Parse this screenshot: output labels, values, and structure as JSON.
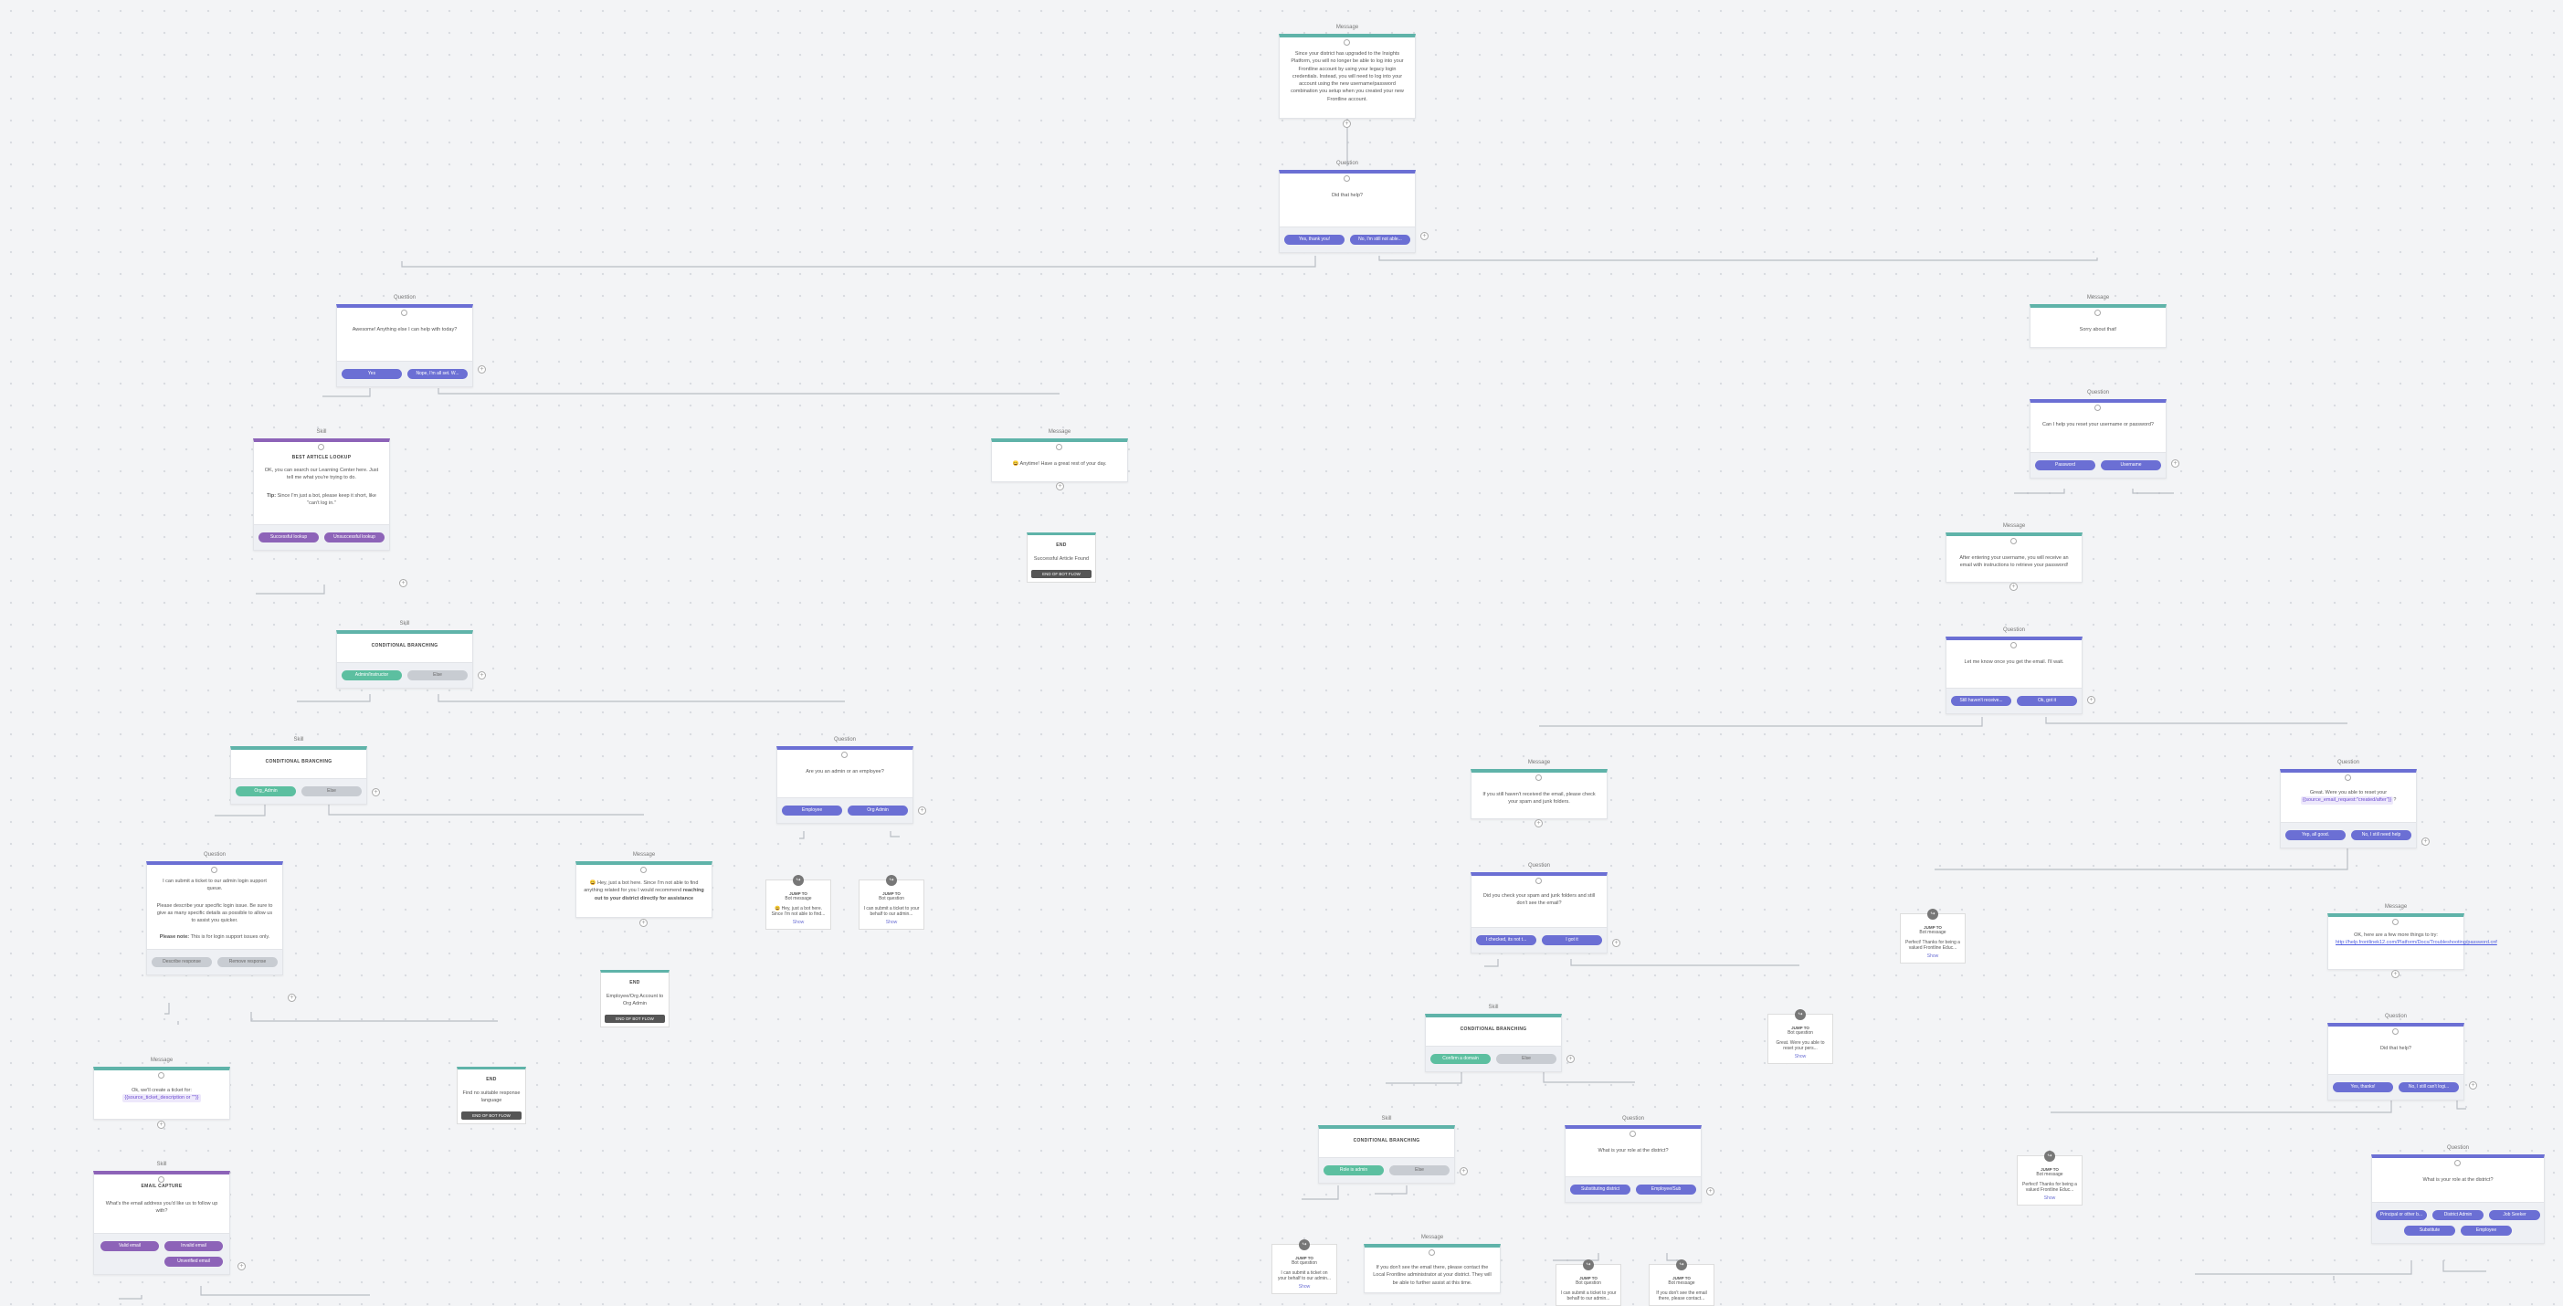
{
  "labels": {
    "message": "Message",
    "question": "Question",
    "skill": "Skill",
    "jump_to": "JUMP TO",
    "bot_message": "Bot message",
    "bot_question": "Bot question",
    "end": "END",
    "end_of_bot_flow": "END OF BOT FLOW",
    "conditional_branching": "CONDITIONAL BRANCHING",
    "show": "Show",
    "else": "Else"
  },
  "nodes": {
    "m_top": {
      "text": "Since your district has upgraded to the Insights Platform, you will no longer be able to log into your Frontline account by using your legacy login credentials. Instead, you will need to log into your account using the new username/password combination you setup when you created your new Frontline account."
    },
    "q_did_help": {
      "text": "Did that help?",
      "btn1": "Yes, thank you!",
      "btn2": "No, I'm still not able..."
    },
    "q_awesome": {
      "text": "Awesome! Anything else I can help with today?",
      "btn1": "Yes",
      "btn2": "Nope, I'm all set. W..."
    },
    "m_sorry": {
      "text": "Sorry about that!"
    },
    "q_reset": {
      "text": "Can I help you reset your username or password?",
      "btn1": "Password",
      "btn2": "Username"
    },
    "skill_article": {
      "sub": "BEST ARTICLE LOOKUP",
      "text1": "OK, you can search our Learning Center here. Just tell me what you're trying to do.",
      "tip_label": "Tip:",
      "tip": "Since I'm just a bot, please keep it short, like \"can't log in.\"",
      "btn1": "Successful lookup",
      "btn2": "Unsuccessful lookup"
    },
    "m_great_day": {
      "text": "Anytime! Have a great rest of your day."
    },
    "end1": {
      "text": "Successful Article Found"
    },
    "m_after_username": {
      "text": "After entering your username, you will receive an email with instructions to retrieve your password!"
    },
    "q_know_email": {
      "text": "Let me know once you get the email. I'll wait.",
      "btn1": "Still haven't receive...",
      "btn2": "Ok, got it"
    },
    "skill_branch1": {
      "btn1": "Admin/Instructor",
      "btn2": "Else"
    },
    "skill_branch2": {
      "btn1": "Org_Admin",
      "btn2": "Else"
    },
    "q_admin": {
      "text": "Are you an admin or an employee?",
      "btn1": "Employee",
      "btn2": "Org Admin"
    },
    "m_check_spam": {
      "text": "If you still haven't received the email, please check your spam and junk folders."
    },
    "q_check_spam": {
      "text": "Did you check your spam and junk folders and still don't see the email?",
      "btn1": "I checked, its not t...",
      "btn2": "I got it"
    },
    "q_role_share": {
      "text1": "Great. Were you able to reset your",
      "var": "{{source_email_request:\"created/after\"}}",
      "text2": "?",
      "btn1": "Yep, all good.",
      "btn2": "No, I still need help"
    },
    "q_ticket": {
      "text1": "I can submit a ticket to our admin login support queue.",
      "text2": "Please describe your specific login issue. Be sure to give as many specific details as possible to allow us to assist you quicker.",
      "note_label": "Please note:",
      "note": "This is for login support issues only.",
      "btn1": "Describe response",
      "btn2": "Remove response"
    },
    "m_bot_escalate": {
      "text1": "Hey, just a bot here. Since I'm not able to find anything related for you I would recommend",
      "bold": "reaching out to your district directly for assistance"
    },
    "jump1": {
      "text": "Hey, just a bot here. Since I'm not able to find..."
    },
    "jump2": {
      "text": "I can submit a ticket to your behalf to our admin..."
    },
    "jump3": {
      "text": "Perfect! Thanks for being a valued Frontline Educ..."
    },
    "jump4": {
      "text": "Great. Were you able to reset your pers..."
    },
    "jump5": {
      "text": "Perfect! Thanks for being a valued Frontline Educ..."
    },
    "jump6": {
      "text": "I can submit a ticket on your behalf to our admin..."
    },
    "jump7": {
      "text": "I can submit a ticket to your behalf to our admin..."
    },
    "jump8": {
      "text": "If you don't see the email there, please contact..."
    },
    "end2": {
      "text": "Employee/Org Account to Org Admin"
    },
    "end3": {
      "text": "Find no suitable response language"
    },
    "m_few_things": {
      "text1": "OK, here are a few more things to try:",
      "link": "http://help.frontlinek12.com/Platform/Docs/Troubleshooting/password.cnf"
    },
    "skill_branch3": {
      "btn1": "Confirm a domain",
      "btn2": "Else"
    },
    "q_did_help2": {
      "text": "Did that help?",
      "btn1": "Yes, thanks!",
      "btn2": "No, I still can't logi..."
    },
    "m_ticket_created": {
      "text1": "Ok, we'll create a ticket for:",
      "var": "{{source_ticket_description or \"\"}}"
    },
    "skill_email": {
      "sub": "EMAIL CAPTURE",
      "text": "What's the email address you'd like us to follow up with?",
      "btn1": "Valid email",
      "btn2": "Invalid email",
      "btn3": "Unverified email"
    },
    "skill_branch4": {
      "btn1": "Role is admin",
      "btn2": "Else"
    },
    "q_role": {
      "text": "What is your role at the district?",
      "btn1": "Substituting district",
      "btn2": "Employee/Sub"
    },
    "m_contact_admin": {
      "text": "If you don't see the email there, please contact the Local Frontline administrator at your district. They will be able to further assist at this time."
    },
    "q_role2": {
      "text": "What is your role at the district?",
      "btn1": "Principal or other b...",
      "btn2": "District Admin",
      "btn3": "Job Seeker",
      "btn4": "Substitute",
      "btn5": "Employee"
    }
  }
}
